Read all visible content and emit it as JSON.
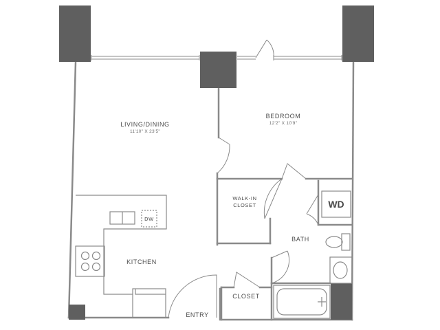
{
  "rooms": {
    "living": {
      "name": "LIVING/DINING",
      "dims": "11'10\" X 23'5\""
    },
    "bedroom": {
      "name": "BEDROOM",
      "dims": "12'2\" X 10'9\""
    },
    "walkin": {
      "line1": "WALK-IN",
      "line2": "CLOSET"
    },
    "bath": {
      "name": "BATH"
    },
    "kitchen": {
      "name": "KITCHEN"
    },
    "closet": {
      "name": "CLOSET"
    },
    "entry": {
      "name": "ENTRY"
    }
  },
  "fixtures": {
    "dishwasher": "DW",
    "washer_dryer": "WD"
  },
  "colors": {
    "wall": "#8a8a8a",
    "column": "#5f5f5f",
    "text": "#4a4a4a"
  }
}
